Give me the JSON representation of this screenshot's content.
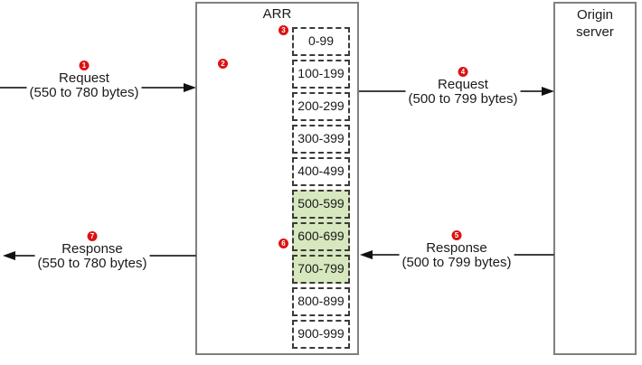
{
  "arr": {
    "title": "ARR"
  },
  "origin": {
    "title": "Origin server"
  },
  "segments": [
    {
      "label": "0-99",
      "highlighted": false
    },
    {
      "label": "100-199",
      "highlighted": false
    },
    {
      "label": "200-299",
      "highlighted": false
    },
    {
      "label": "300-399",
      "highlighted": false
    },
    {
      "label": "400-499",
      "highlighted": false
    },
    {
      "label": "500-599",
      "highlighted": true
    },
    {
      "label": "600-699",
      "highlighted": true
    },
    {
      "label": "700-799",
      "highlighted": true
    },
    {
      "label": "800-899",
      "highlighted": false
    },
    {
      "label": "900-999",
      "highlighted": false
    }
  ],
  "markers": {
    "arr_internal": "2",
    "segment_stack_top": "3",
    "matched_segments": "6"
  },
  "arrows": {
    "request_in": {
      "num": "1",
      "label": "Request",
      "bytes": "(550 to 780 bytes)",
      "direction": "right"
    },
    "request_out": {
      "num": "4",
      "label": "Request",
      "bytes": "(500 to 799 bytes)",
      "direction": "right"
    },
    "response_in": {
      "num": "5",
      "label": "Response",
      "bytes": "(500 to 799 bytes)",
      "direction": "left"
    },
    "response_out": {
      "num": "7",
      "label": "Response",
      "bytes": "(550 to 780 bytes)",
      "direction": "left"
    }
  },
  "colors": {
    "highlight_green": "#d7e7be",
    "marker_red": "#dd1111",
    "box_border_gray": "#808080",
    "dashed_border": "#3a3a3a",
    "arrow": "#404040"
  }
}
